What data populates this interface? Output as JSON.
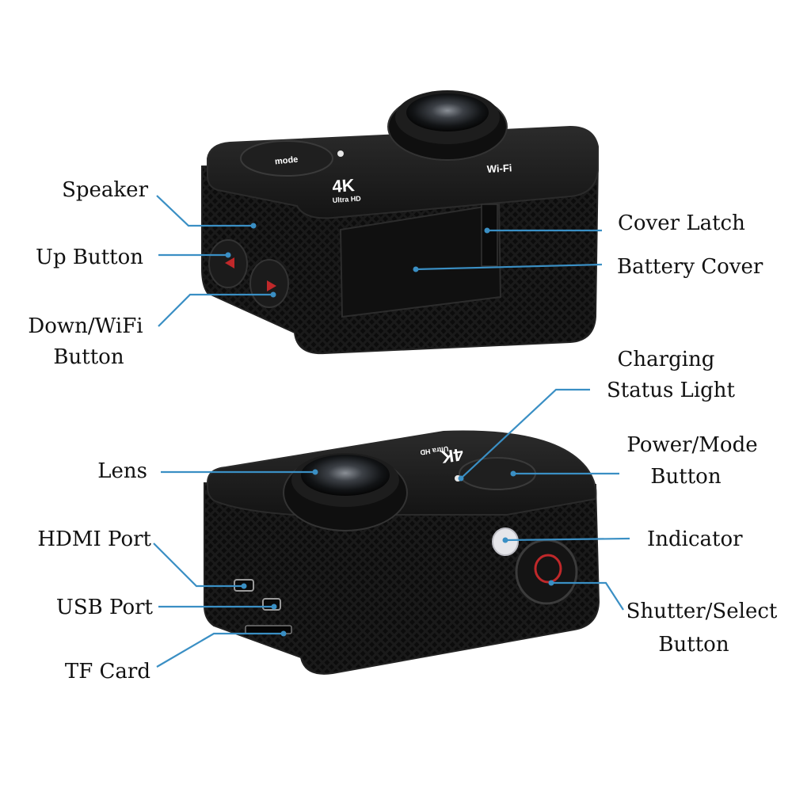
{
  "colors": {
    "camera_body": "#161616",
    "camera_edge": "#2a2a2a",
    "leader_line": "#3a8fc4",
    "accent_red": "#c0282a",
    "label_text": "#111111"
  },
  "camera_top_view": {
    "printed_brand": "4K",
    "printed_sub": "Ultra HD",
    "printed_wifi": "Wi-Fi",
    "printed_mode": "mode",
    "labels": {
      "speaker": "Speaker",
      "up_button": "Up Button",
      "down_wifi_line1": "Down/WiFi",
      "down_wifi_line2": "Button",
      "cover_latch": "Cover Latch",
      "battery_cover": "Battery Cover"
    }
  },
  "camera_bottom_view": {
    "printed_brand": "4K",
    "printed_sub": "Ultra HD",
    "labels": {
      "charging_line1": "Charging",
      "charging_line2": "Status Light",
      "power_mode_line1": "Power/Mode",
      "power_mode_line2": "Button",
      "lens": "Lens",
      "indicator": "Indicator",
      "hdmi_port": "HDMI Port",
      "usb_port": "USB Port",
      "shutter_line1": "Shutter/Select",
      "shutter_line2": "Button",
      "tf_card": "TF Card"
    }
  }
}
